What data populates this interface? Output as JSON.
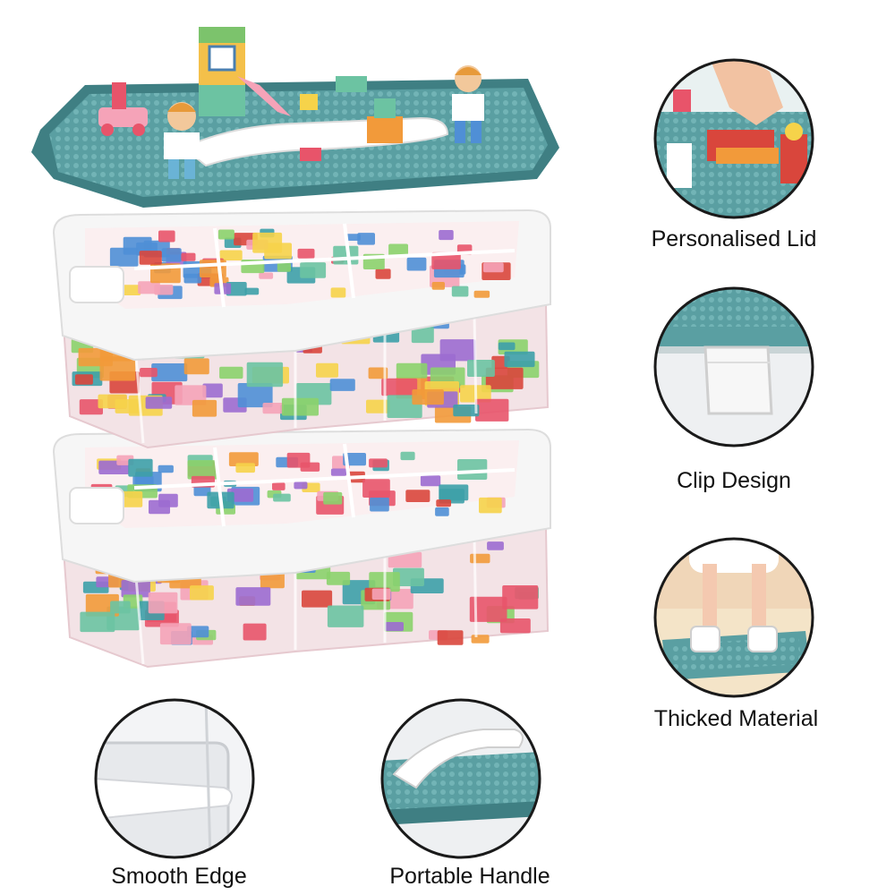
{
  "colors": {
    "lid_teal": "#5a9fa2",
    "lid_dark": "#3f7f83",
    "tray_white": "#f6f6f6",
    "clear_box": "#f3e3e6",
    "circle_border": "#1a1a1a"
  },
  "features": [
    {
      "key": "lid",
      "label": "Personalised Lid"
    },
    {
      "key": "clip",
      "label": "Clip Design"
    },
    {
      "key": "thick",
      "label": "Thicked Material"
    },
    {
      "key": "edge",
      "label": "Smooth Edge"
    },
    {
      "key": "handle",
      "label": "Portable Handle"
    }
  ],
  "brick_palette": [
    "#e8546a",
    "#f29a3a",
    "#f6d34a",
    "#6cc3a2",
    "#4f8fd6",
    "#9c6bd0",
    "#f5a3b8",
    "#3da0a8",
    "#d9463c",
    "#8bd16b"
  ]
}
